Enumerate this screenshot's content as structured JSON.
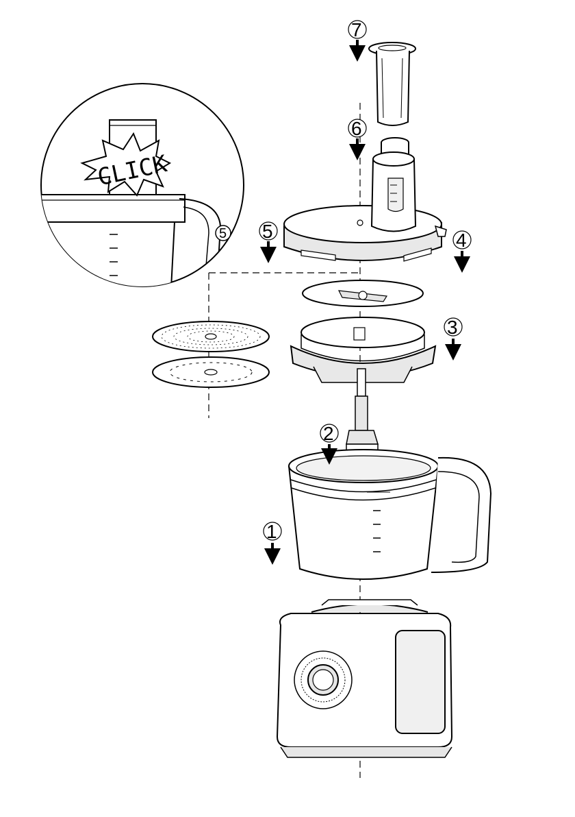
{
  "diagram": {
    "callout_text": "CLICK",
    "callout_step": "5",
    "steps": [
      {
        "number": "7"
      },
      {
        "number": "6"
      },
      {
        "number": "5"
      },
      {
        "number": "4"
      },
      {
        "number": "3"
      },
      {
        "number": "2"
      },
      {
        "number": "1"
      }
    ],
    "colors": {
      "line": "#000000",
      "fill": "#ffffff",
      "shade": "#e6e6e6"
    }
  }
}
